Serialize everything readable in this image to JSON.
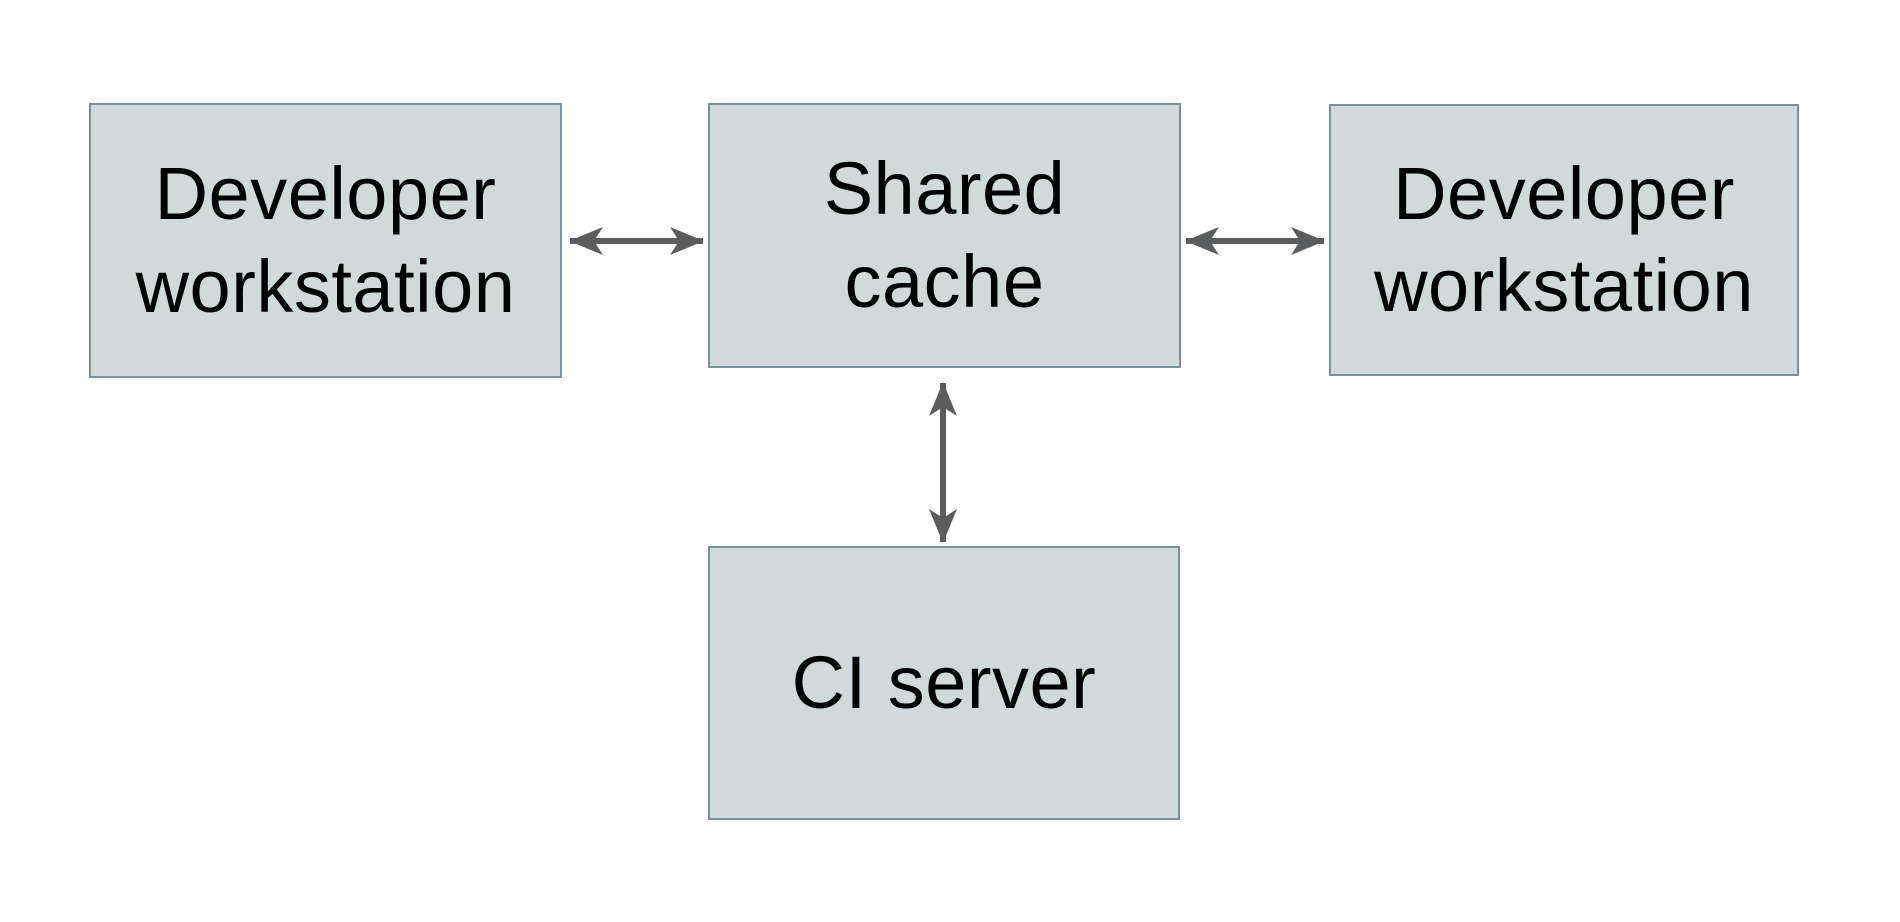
{
  "diagram": {
    "type": "architecture-diagram",
    "background": "#ffffff",
    "nodes": [
      {
        "id": "dev-workstation-left",
        "label": "Developer workstation",
        "line1": "Developer",
        "line2": "workstation"
      },
      {
        "id": "shared-cache",
        "label": "Shared cache",
        "line1": "Shared",
        "line2": "cache"
      },
      {
        "id": "dev-workstation-right",
        "label": "Developer workstation",
        "line1": "Developer",
        "line2": "workstation"
      },
      {
        "id": "ci-server",
        "label": "CI server",
        "line1": "CI server",
        "line2": ""
      }
    ],
    "edges": [
      {
        "from": "dev-workstation-left",
        "to": "shared-cache",
        "direction": "bidirectional"
      },
      {
        "from": "shared-cache",
        "to": "dev-workstation-right",
        "direction": "bidirectional"
      },
      {
        "from": "shared-cache",
        "to": "ci-server",
        "direction": "bidirectional"
      }
    ],
    "colors": {
      "node_fill": "#d1d9db",
      "node_border": "#7a929d",
      "arrow": "#5a5c5e",
      "text": "#000000",
      "background": "#ffffff"
    }
  }
}
